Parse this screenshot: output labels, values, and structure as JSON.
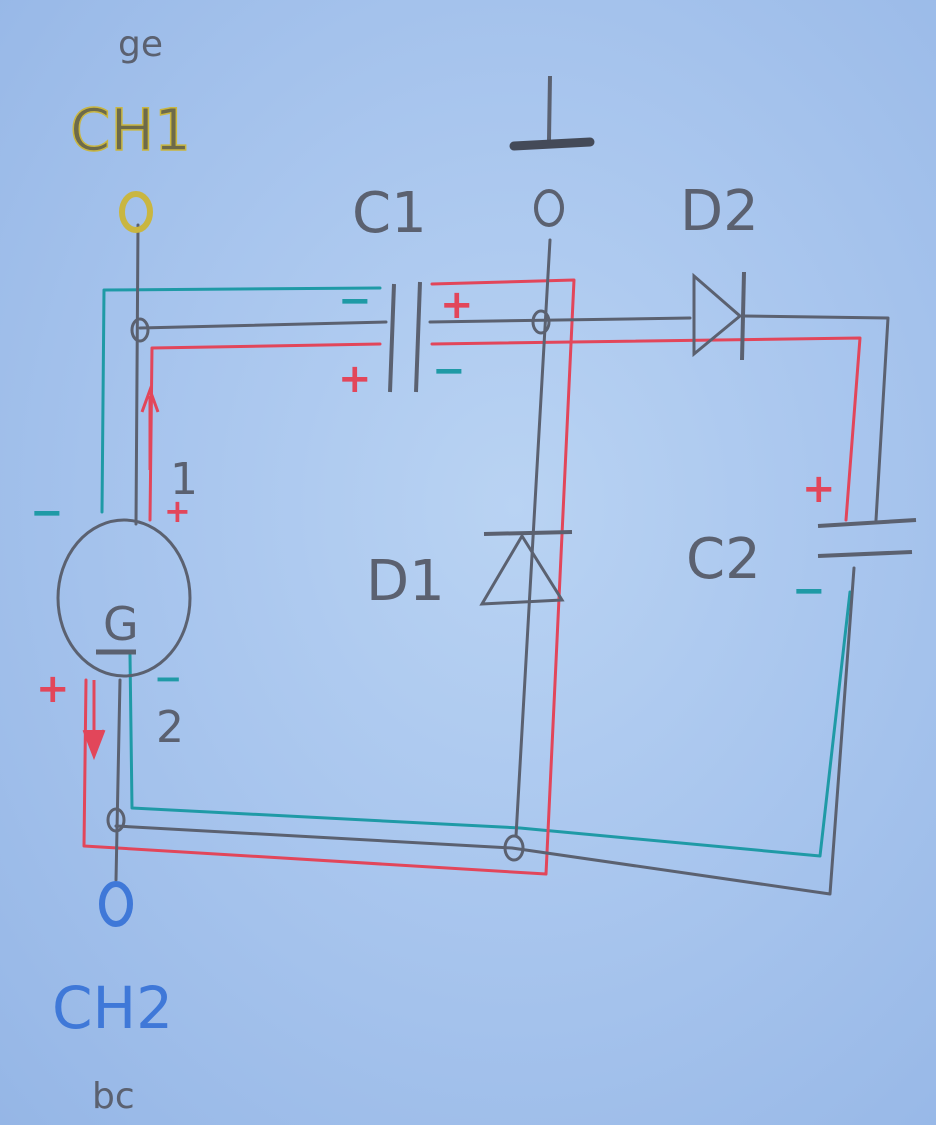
{
  "labels": {
    "ch1": "CH1",
    "ch1_note": "ge",
    "ch2": "CH2",
    "ch2_note": "bc",
    "c1": "C1",
    "c2": "C2",
    "d1": "D1",
    "d2": "D2",
    "generator": "G",
    "terminal_1": "1",
    "terminal_2": "2"
  },
  "signs": {
    "plus": "+",
    "minus": "−"
  },
  "colors": {
    "paper": "#a9c6ee",
    "pencil": "#5b6170",
    "red": "#e2465a",
    "teal": "#1f9aa6",
    "ch1_yellow": "#c9b640",
    "ch2_blue": "#3f78d8"
  }
}
